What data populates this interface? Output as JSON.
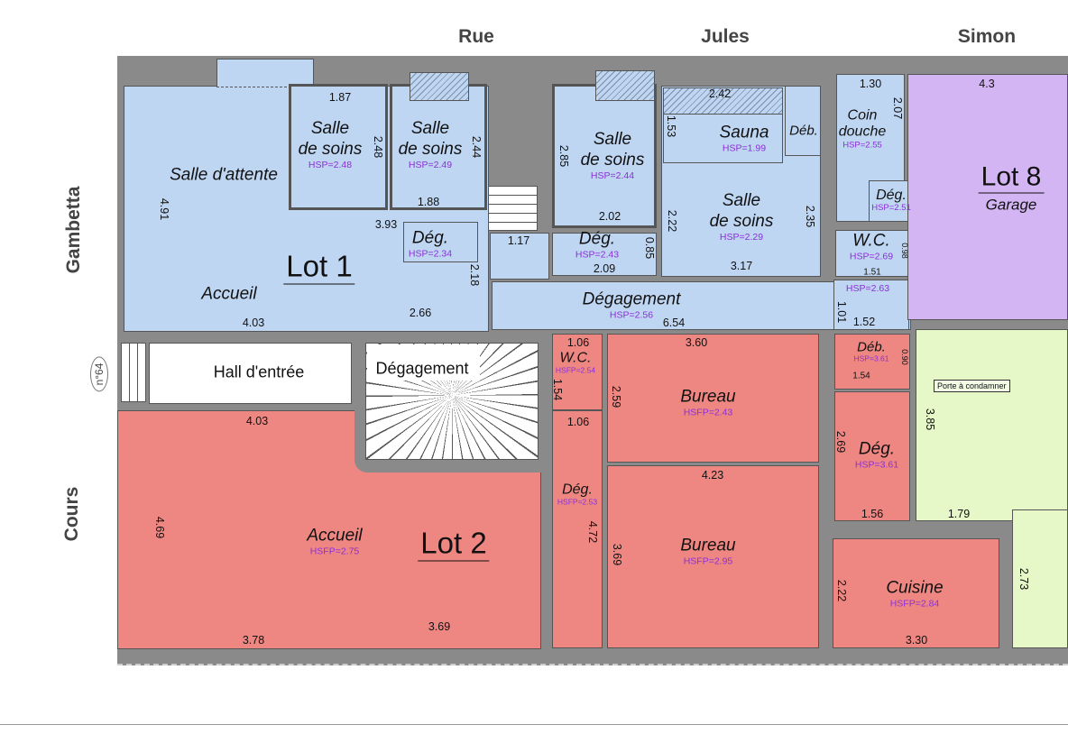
{
  "streets": {
    "top": [
      "Rue",
      "Jules",
      "Simon"
    ],
    "left_top": "Gambetta",
    "left_bottom": "Cours"
  },
  "street_number": "n°64",
  "lots": {
    "lot1": "Lot 1",
    "lot2": "Lot 2",
    "lot8": "Lot 8",
    "lot8_use": "Garage"
  },
  "lot1_rooms": [
    {
      "name": "Salle d'attente"
    },
    {
      "name": "Accueil"
    },
    {
      "name_l1": "Salle",
      "name_l2": "de soins",
      "height": "HSP=2.48"
    },
    {
      "name_l1": "Salle",
      "name_l2": "de soins",
      "height": "HSP=2.49"
    },
    {
      "name": "Dég.",
      "height": "HSP=2.34"
    },
    {
      "name_l1": "Salle",
      "name_l2": "de soins",
      "height": "HSP=2.44"
    },
    {
      "name": "Sauna",
      "height": "HSP=1.99"
    },
    {
      "name": "Déb."
    },
    {
      "name_l1": "Coin",
      "name_l2": "douche",
      "height": "HSP=2.55"
    },
    {
      "name_l1": "Salle",
      "name_l2": "de soins",
      "height": "HSP=2.29"
    },
    {
      "name": "Dég.",
      "height": "HSP=2.51"
    },
    {
      "name": "Dég.",
      "height": "HSP=2.43"
    },
    {
      "name": "W.C.",
      "height": "HSP=2.69"
    },
    {
      "height": "HSP=2.63"
    },
    {
      "name": "Dégagement",
      "height": "HSP=2.56"
    }
  ],
  "common_rooms": [
    {
      "name": "Hall d'entrée"
    },
    {
      "name": "Dégagement"
    }
  ],
  "lot2_rooms": [
    {
      "name": "W.C.",
      "height": "HSFP=2.54"
    },
    {
      "name": "Bureau",
      "height": "HSFP=2.43"
    },
    {
      "name": "Déb.",
      "height": "HSP=3.61"
    },
    {
      "name": "Dég.",
      "height": "HSP=3.61"
    },
    {
      "name": "Dég.",
      "height": "HSFP=2.53"
    },
    {
      "name": "Accueil",
      "height": "HSFP=2.75"
    },
    {
      "name": "Bureau",
      "height": "HSFP=2.95"
    },
    {
      "name": "Cuisine",
      "height": "HSFP=2.84"
    }
  ],
  "annotation": "Porte à condamner",
  "dimensions": [
    "1.87",
    "2.48",
    "2.44",
    "1.88",
    "3.93",
    "4.91",
    "1.17",
    "2.18",
    "4.03",
    "2.66",
    "2.42",
    "1.53",
    "2.85",
    "2.02",
    "2.22",
    "0.85",
    "2.09",
    "3.17",
    "2.35",
    "1.30",
    "2.07",
    "0.98",
    "1.51",
    "1.01",
    "6.54",
    "1.52",
    "4.3",
    "4.03",
    "4.69",
    "3.78",
    "3.69",
    "1.06",
    "1.54",
    "1.06",
    "2.59",
    "3.60",
    "4.23",
    "3.69",
    "4.72",
    "1.54",
    "0.90",
    "2.69",
    "3.85",
    "1.56",
    "1.79",
    "2.22",
    "3.30",
    "2.73"
  ],
  "colors": {
    "lot1": "#bfd6f2",
    "lot2": "#ee8782",
    "lot8": "#d3b5f3",
    "neighbor": "#e7f8c8",
    "wall": "#8a8a8a",
    "height_text": "#8b2fd8"
  }
}
